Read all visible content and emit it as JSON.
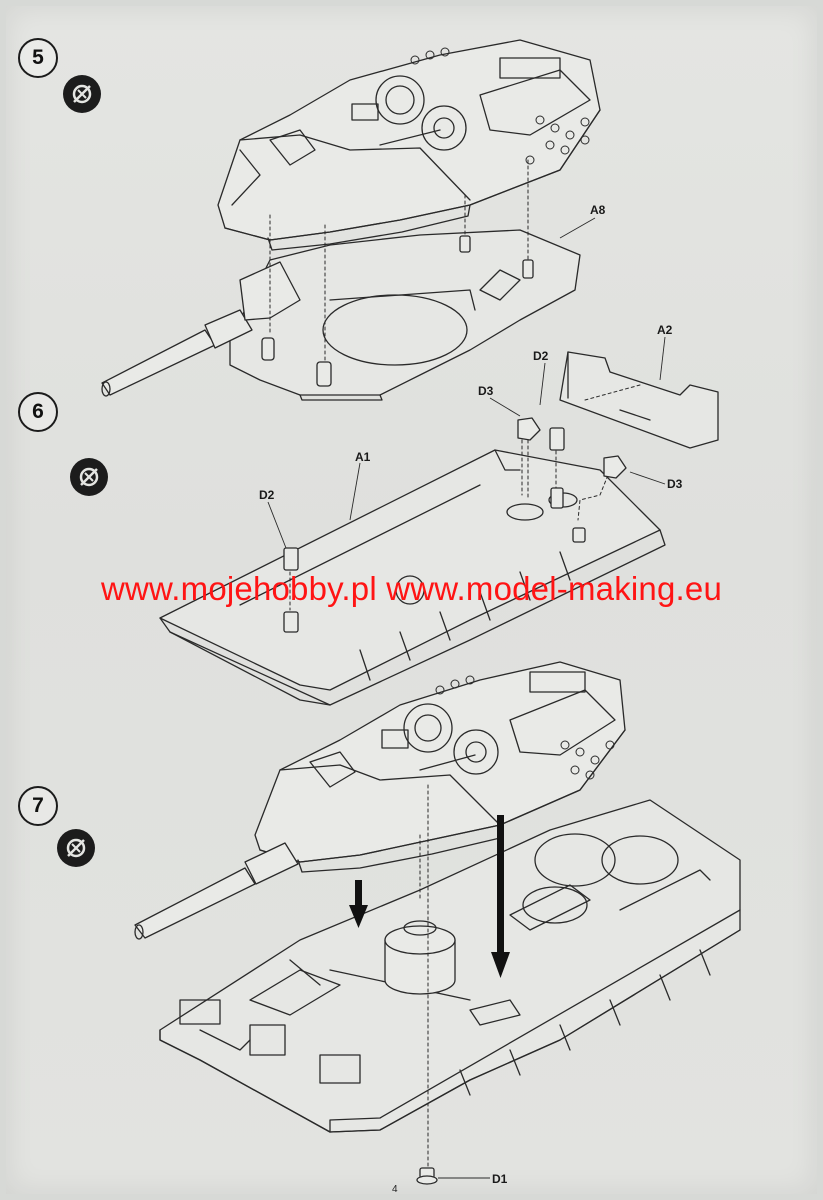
{
  "steps": [
    {
      "number": "5",
      "icon": "no-glue-icon"
    },
    {
      "number": "6",
      "icon": "no-glue-icon"
    },
    {
      "number": "7",
      "icon": "no-glue-icon"
    }
  ],
  "part_labels": {
    "a8": "A8",
    "a2": "A2",
    "d2_top": "D2",
    "d3_left": "D3",
    "d3_right": "D3",
    "a1": "A1",
    "d2_left": "D2",
    "d1": "D1"
  },
  "watermark": "www.mojehobby.pl www.model-making.eu",
  "page_number": "4",
  "colors": {
    "watermark": "#ff1414",
    "line_art": "#2a2a2a",
    "paper": "#e2e3e0"
  }
}
